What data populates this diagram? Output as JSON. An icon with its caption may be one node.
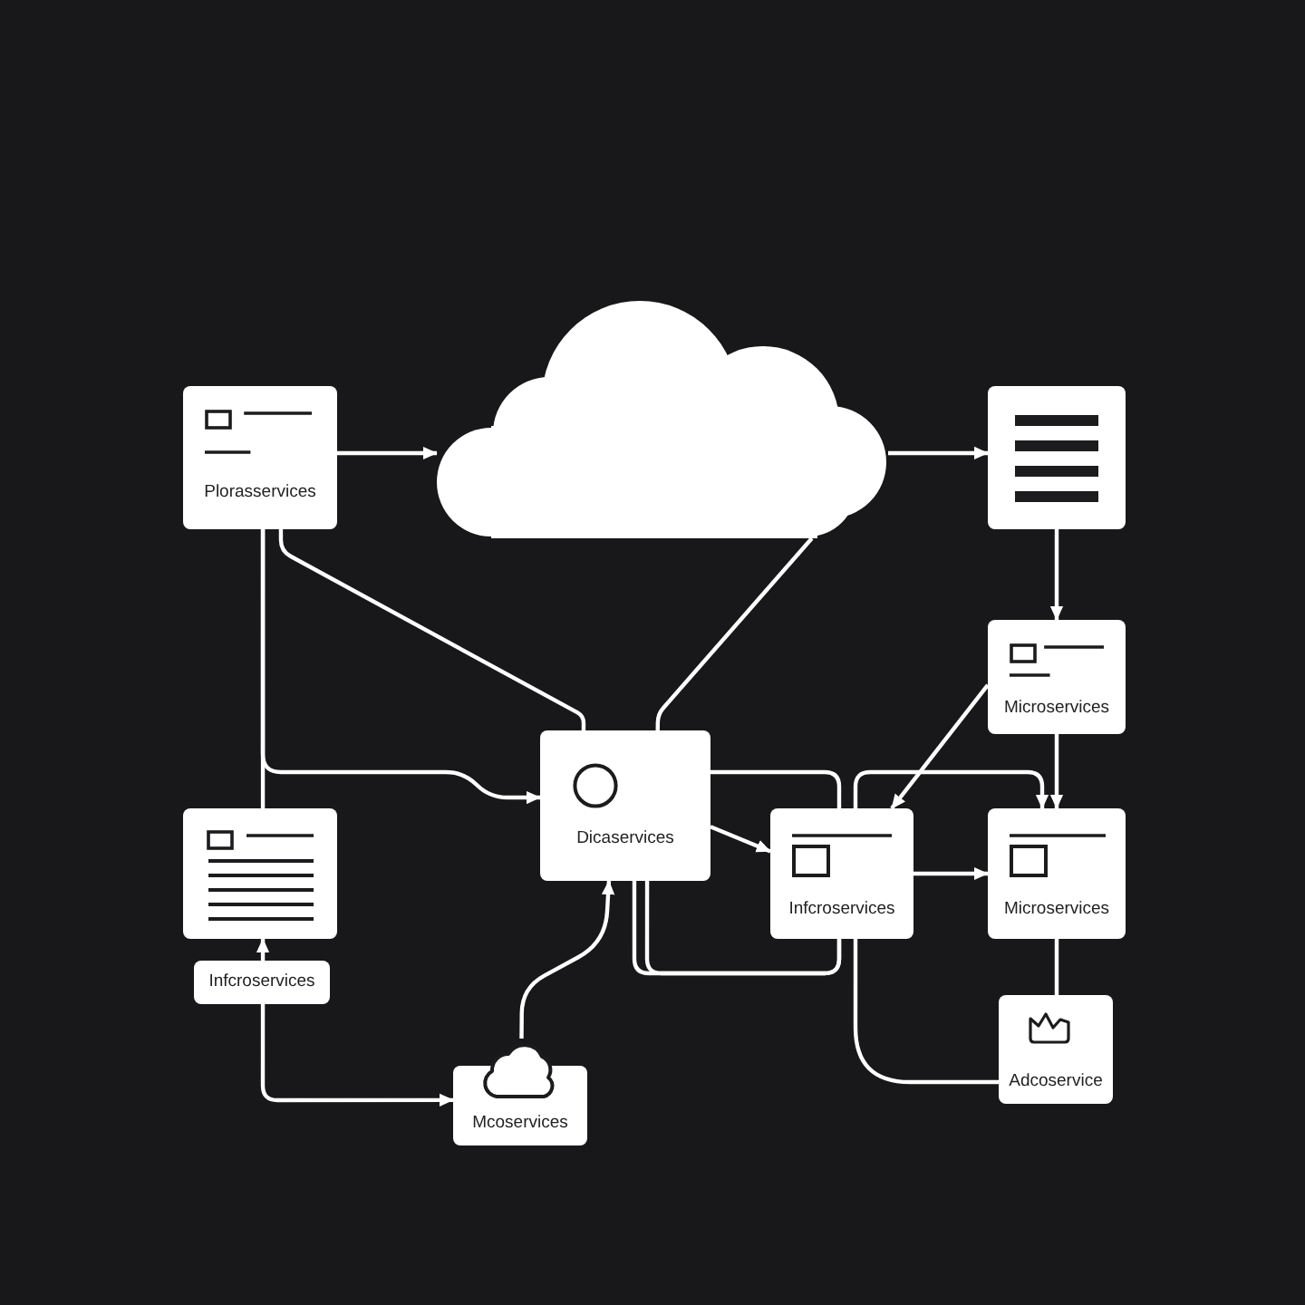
{
  "diagram": {
    "nodes": [
      {
        "text": [
          "Plorasservices"
        ]
      },
      {
        "text": [],
        "shape": "cloud"
      },
      {
        "text": [],
        "shape": "box"
      },
      {
        "text": [
          "Microservices"
        ]
      },
      {
        "text": [
          "Dicaservices"
        ]
      },
      {
        "text": [],
        "shape": "box"
      },
      {
        "text": [
          "Infcroservices"
        ]
      },
      {
        "text": [
          "Microservices"
        ]
      },
      {
        "text": [
          "Infcroservices"
        ]
      },
      {
        "text": [
          "Adcoservice"
        ]
      },
      {
        "text": [
          "Mcoservices"
        ]
      }
    ],
    "edges": [
      {
        "from": 0,
        "to": 1,
        "arrow": "to"
      },
      {
        "from": 1,
        "to": 2,
        "arrow": "to"
      },
      {
        "from": 2,
        "to": 3,
        "arrow": "to"
      },
      {
        "from": 0,
        "to": 4,
        "arrow": "none"
      },
      {
        "from": 1,
        "to": 4,
        "arrow": "none"
      },
      {
        "from": 0,
        "to": 5,
        "arrow": "none"
      },
      {
        "from": 0,
        "to": 4,
        "arrow": "to"
      },
      {
        "from": 8,
        "to": 5,
        "arrow": "to"
      },
      {
        "from": 8,
        "to": 10,
        "arrow": "to"
      },
      {
        "from": 10,
        "to": 4,
        "arrow": "to"
      },
      {
        "from": 4,
        "to": 6,
        "arrow": "to"
      },
      {
        "from": 4,
        "to": 6,
        "arrow": "none"
      },
      {
        "from": 4,
        "to": 6,
        "arrow": "none"
      },
      {
        "from": 4,
        "to": 6,
        "arrow": "none"
      },
      {
        "from": 6,
        "to": 7,
        "arrow": "to"
      },
      {
        "from": 3,
        "to": 7,
        "arrow": "to"
      },
      {
        "from": 3,
        "to": 6,
        "arrow": "to"
      },
      {
        "from": 6,
        "to": 7,
        "arrow": "to"
      },
      {
        "from": 7,
        "to": 9,
        "arrow": "none"
      },
      {
        "from": 6,
        "to": 9,
        "arrow": "none"
      }
    ]
  }
}
